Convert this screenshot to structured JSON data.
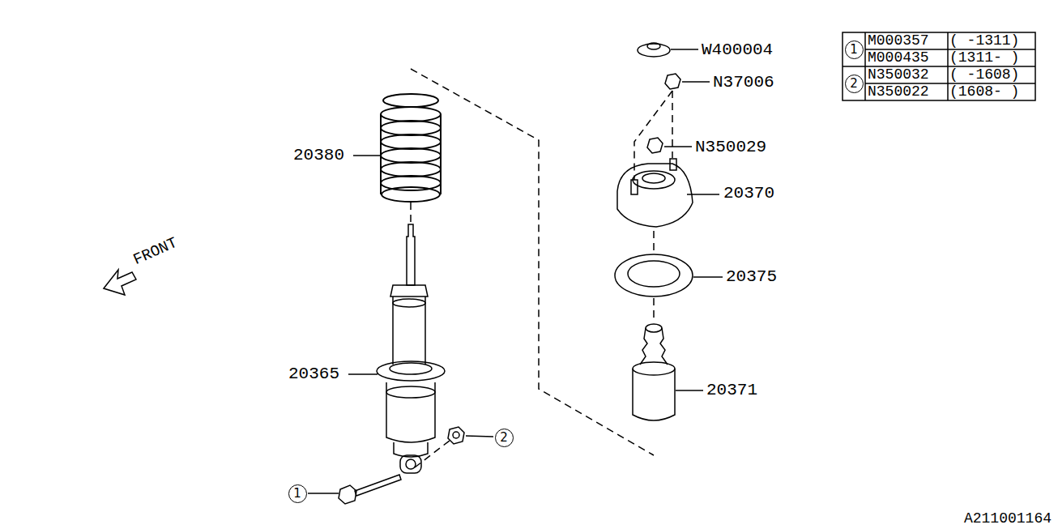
{
  "diagram": {
    "nodes": [
      {
        "text": [
          "1"
        ]
      },
      {
        "text": [
          "2"
        ]
      },
      {
        "text": [
          "2"
        ]
      },
      {
        "text": [
          "1"
        ]
      }
    ],
    "labels": [
      "W400004",
      "N37006",
      "N350029",
      "20370",
      "20375",
      "20371",
      "20380",
      "20365",
      "FRONT",
      "M000357",
      "( -1311)",
      "M000435",
      "(1311- )",
      "N350032",
      "( -1608)",
      "N350022",
      "(1608- )",
      "A211001164"
    ]
  }
}
